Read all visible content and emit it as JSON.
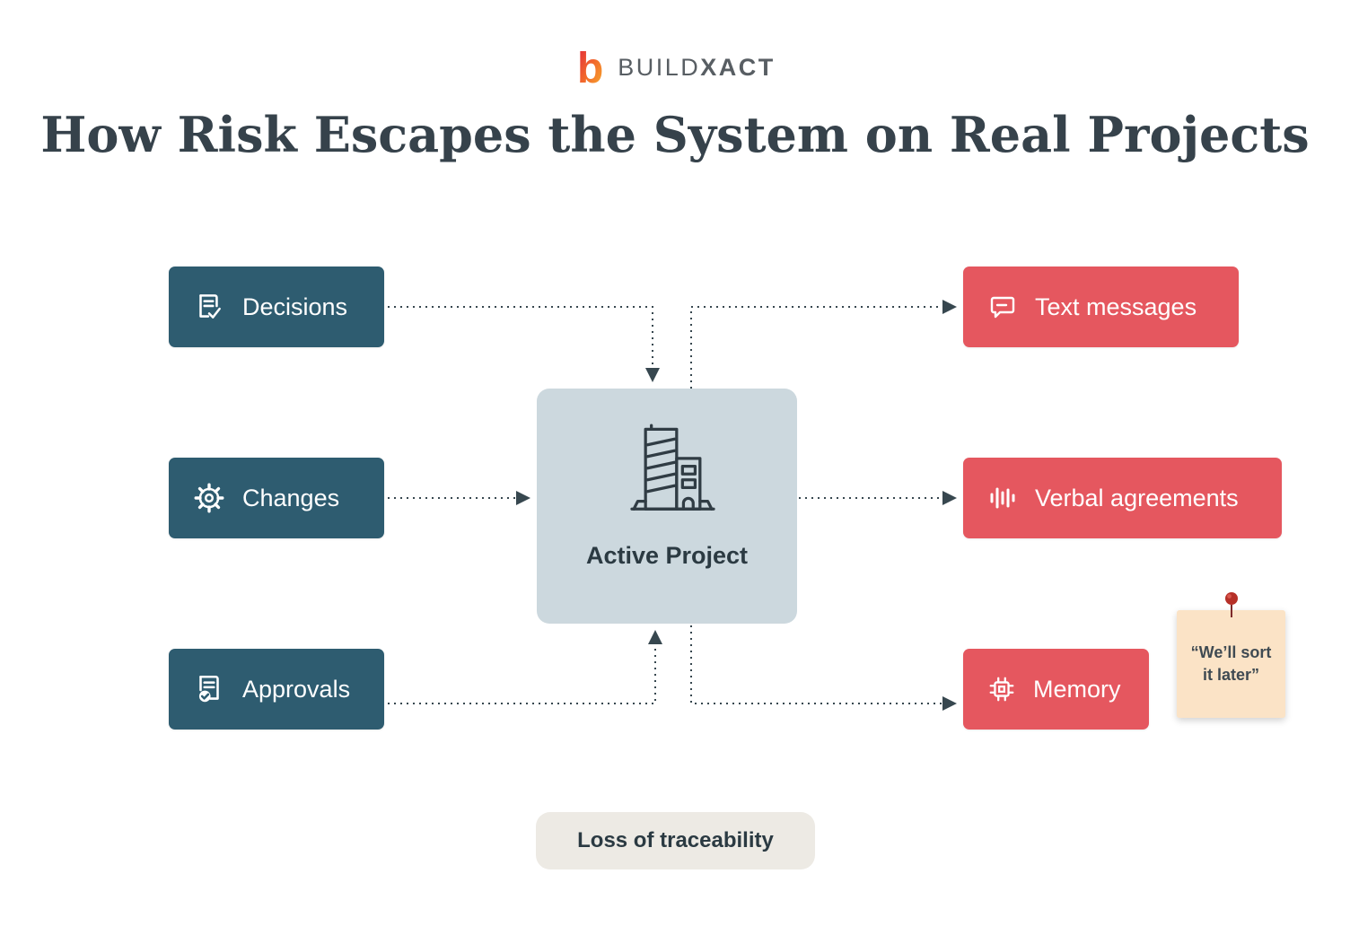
{
  "header": {
    "brand": {
      "icon": "buildxact-b-icon",
      "build": "BUILD",
      "xact": "XACT"
    },
    "title": "How Risk Escapes the System on Real Projects"
  },
  "diagram": {
    "left_nodes": [
      {
        "label": "Decisions",
        "icon": "document-check-icon"
      },
      {
        "label": "Changes",
        "icon": "gear-icon"
      },
      {
        "label": "Approvals",
        "icon": "document-approval-icon"
      }
    ],
    "center_node": {
      "label": "Active Project",
      "icon": "building-icon"
    },
    "right_nodes": [
      {
        "label": "Text messages",
        "icon": "chat-bubble-icon"
      },
      {
        "label": "Verbal agreements",
        "icon": "waveform-icon"
      },
      {
        "label": "Memory",
        "icon": "memory-chip-icon"
      }
    ],
    "sticky_note": {
      "line1": "“We’ll sort",
      "line2": "it later”",
      "icon": "pushpin-icon"
    },
    "caption": "Loss of traceability"
  },
  "colors": {
    "left_node_bg": "#2e5c70",
    "right_node_bg": "#e5575f",
    "center_node_bg": "#ccd8de",
    "sticky_note_bg": "#fbe3c6",
    "caption_bg": "#edeae4",
    "title_text": "#36424b",
    "arrow": "#37474f",
    "brand_text": "#585e63"
  }
}
